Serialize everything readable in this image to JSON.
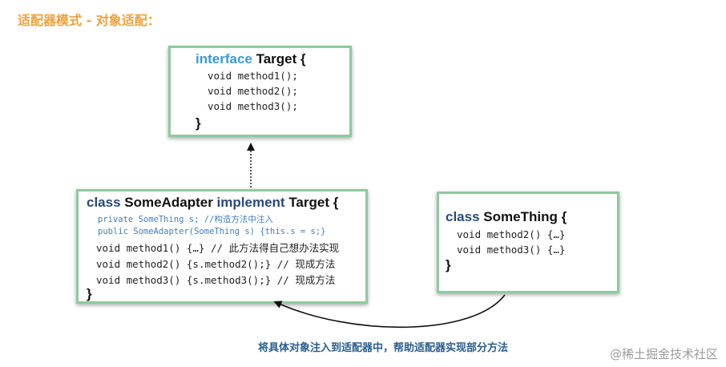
{
  "title": "适配器模式 - 对象适配：",
  "target_box": {
    "keyword": "interface",
    "name": "Target",
    "open_brace": "{",
    "methods": [
      "void method1();",
      "void method2();",
      "void method3();"
    ],
    "close_brace": "}"
  },
  "adapter_box": {
    "keyword_class": "class",
    "name": "SomeAdapter",
    "keyword_implement": "implement",
    "interface_name": "Target",
    "open_brace": "{",
    "field_line": "private SomeThing s; //构造方法中注入",
    "ctor_line": "public SomeAdapter(SomeThing s) {this.s = s;}",
    "methods": [
      "void method1() {…} // 此方法得自己想办法实现",
      "void method2() {s.method2();} // 现成方法",
      "void method3() {s.method3();} // 现成方法"
    ],
    "close_brace": "}"
  },
  "something_box": {
    "keyword_class": "class",
    "name": "SomeThing",
    "open_brace": "{",
    "methods": [
      "void method2() {…}",
      "void method3() {…}"
    ],
    "close_brace": "}"
  },
  "caption": "将具体对象注入到适配器中，帮助适配器实现部分方法",
  "watermark": "@稀土掘金技术社区"
}
